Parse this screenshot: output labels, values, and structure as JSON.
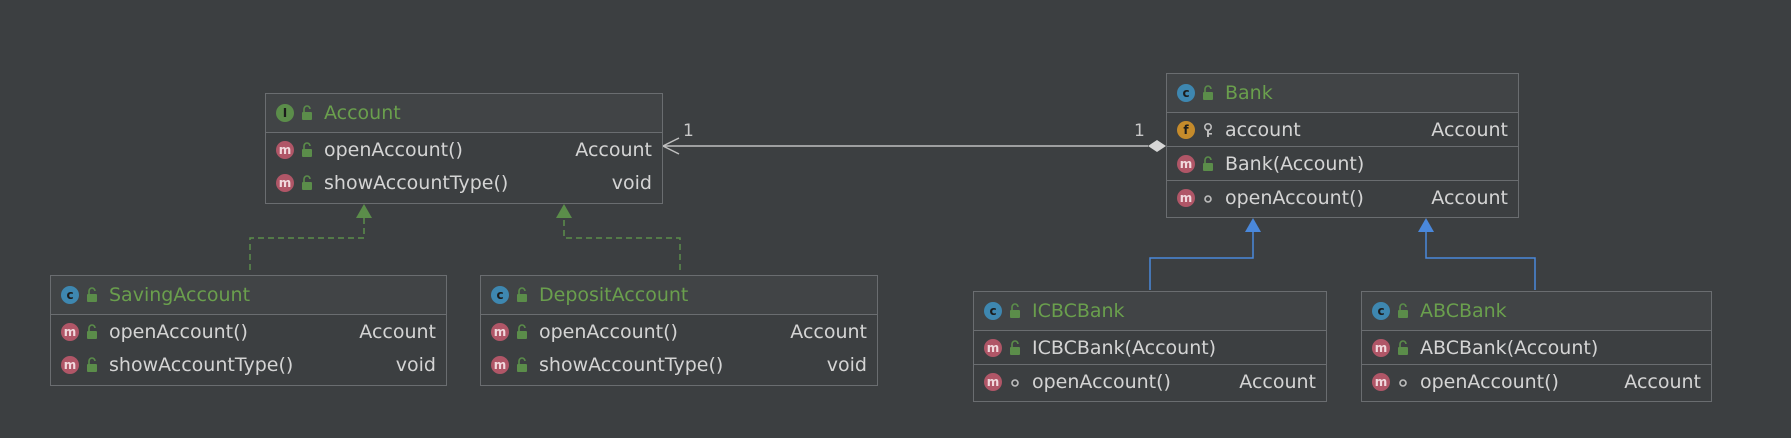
{
  "colors": {
    "background": "#3c3f41",
    "border": "#6a6d70",
    "title": "#6a9f4d",
    "text": "#d4d4d4",
    "implements_edge": "#5b8d4a",
    "extends_edge": "#4a88db",
    "association_edge": "#bfbfbf"
  },
  "icons": {
    "interface": "I",
    "class": "c",
    "method": "m",
    "field": "f"
  },
  "nodes": {
    "account": {
      "kind": "interface",
      "title": "Account",
      "members": [
        {
          "kind": "method",
          "vis": "public",
          "name": "openAccount()",
          "type": "Account"
        },
        {
          "kind": "method",
          "vis": "public",
          "name": "showAccountType()",
          "type": "void"
        }
      ]
    },
    "saving": {
      "kind": "class",
      "title": "SavingAccount",
      "members": [
        {
          "kind": "method",
          "vis": "public",
          "name": "openAccount()",
          "type": "Account"
        },
        {
          "kind": "method",
          "vis": "public",
          "name": "showAccountType()",
          "type": "void"
        }
      ]
    },
    "deposit": {
      "kind": "class",
      "title": "DepositAccount",
      "members": [
        {
          "kind": "method",
          "vis": "public",
          "name": "openAccount()",
          "type": "Account"
        },
        {
          "kind": "method",
          "vis": "public",
          "name": "showAccountType()",
          "type": "void"
        }
      ]
    },
    "bank": {
      "kind": "class",
      "title": "Bank",
      "fields": [
        {
          "kind": "field",
          "vis": "protected",
          "name": "account",
          "type": "Account"
        }
      ],
      "constructors": [
        {
          "kind": "method",
          "vis": "public",
          "name": "Bank(Account)",
          "type": ""
        }
      ],
      "methods": [
        {
          "kind": "method",
          "vis": "package",
          "name": "openAccount()",
          "type": "Account"
        }
      ]
    },
    "icbc": {
      "kind": "class",
      "title": "ICBCBank",
      "constructors": [
        {
          "kind": "method",
          "vis": "public",
          "name": "ICBCBank(Account)",
          "type": ""
        }
      ],
      "methods": [
        {
          "kind": "method",
          "vis": "package",
          "name": "openAccount()",
          "type": "Account"
        }
      ]
    },
    "abc": {
      "kind": "class",
      "title": "ABCBank",
      "constructors": [
        {
          "kind": "method",
          "vis": "public",
          "name": "ABCBank(Account)",
          "type": ""
        }
      ],
      "methods": [
        {
          "kind": "method",
          "vis": "package",
          "name": "openAccount()",
          "type": "Account"
        }
      ]
    }
  },
  "association": {
    "source_multiplicity": "1",
    "target_multiplicity": "1"
  }
}
